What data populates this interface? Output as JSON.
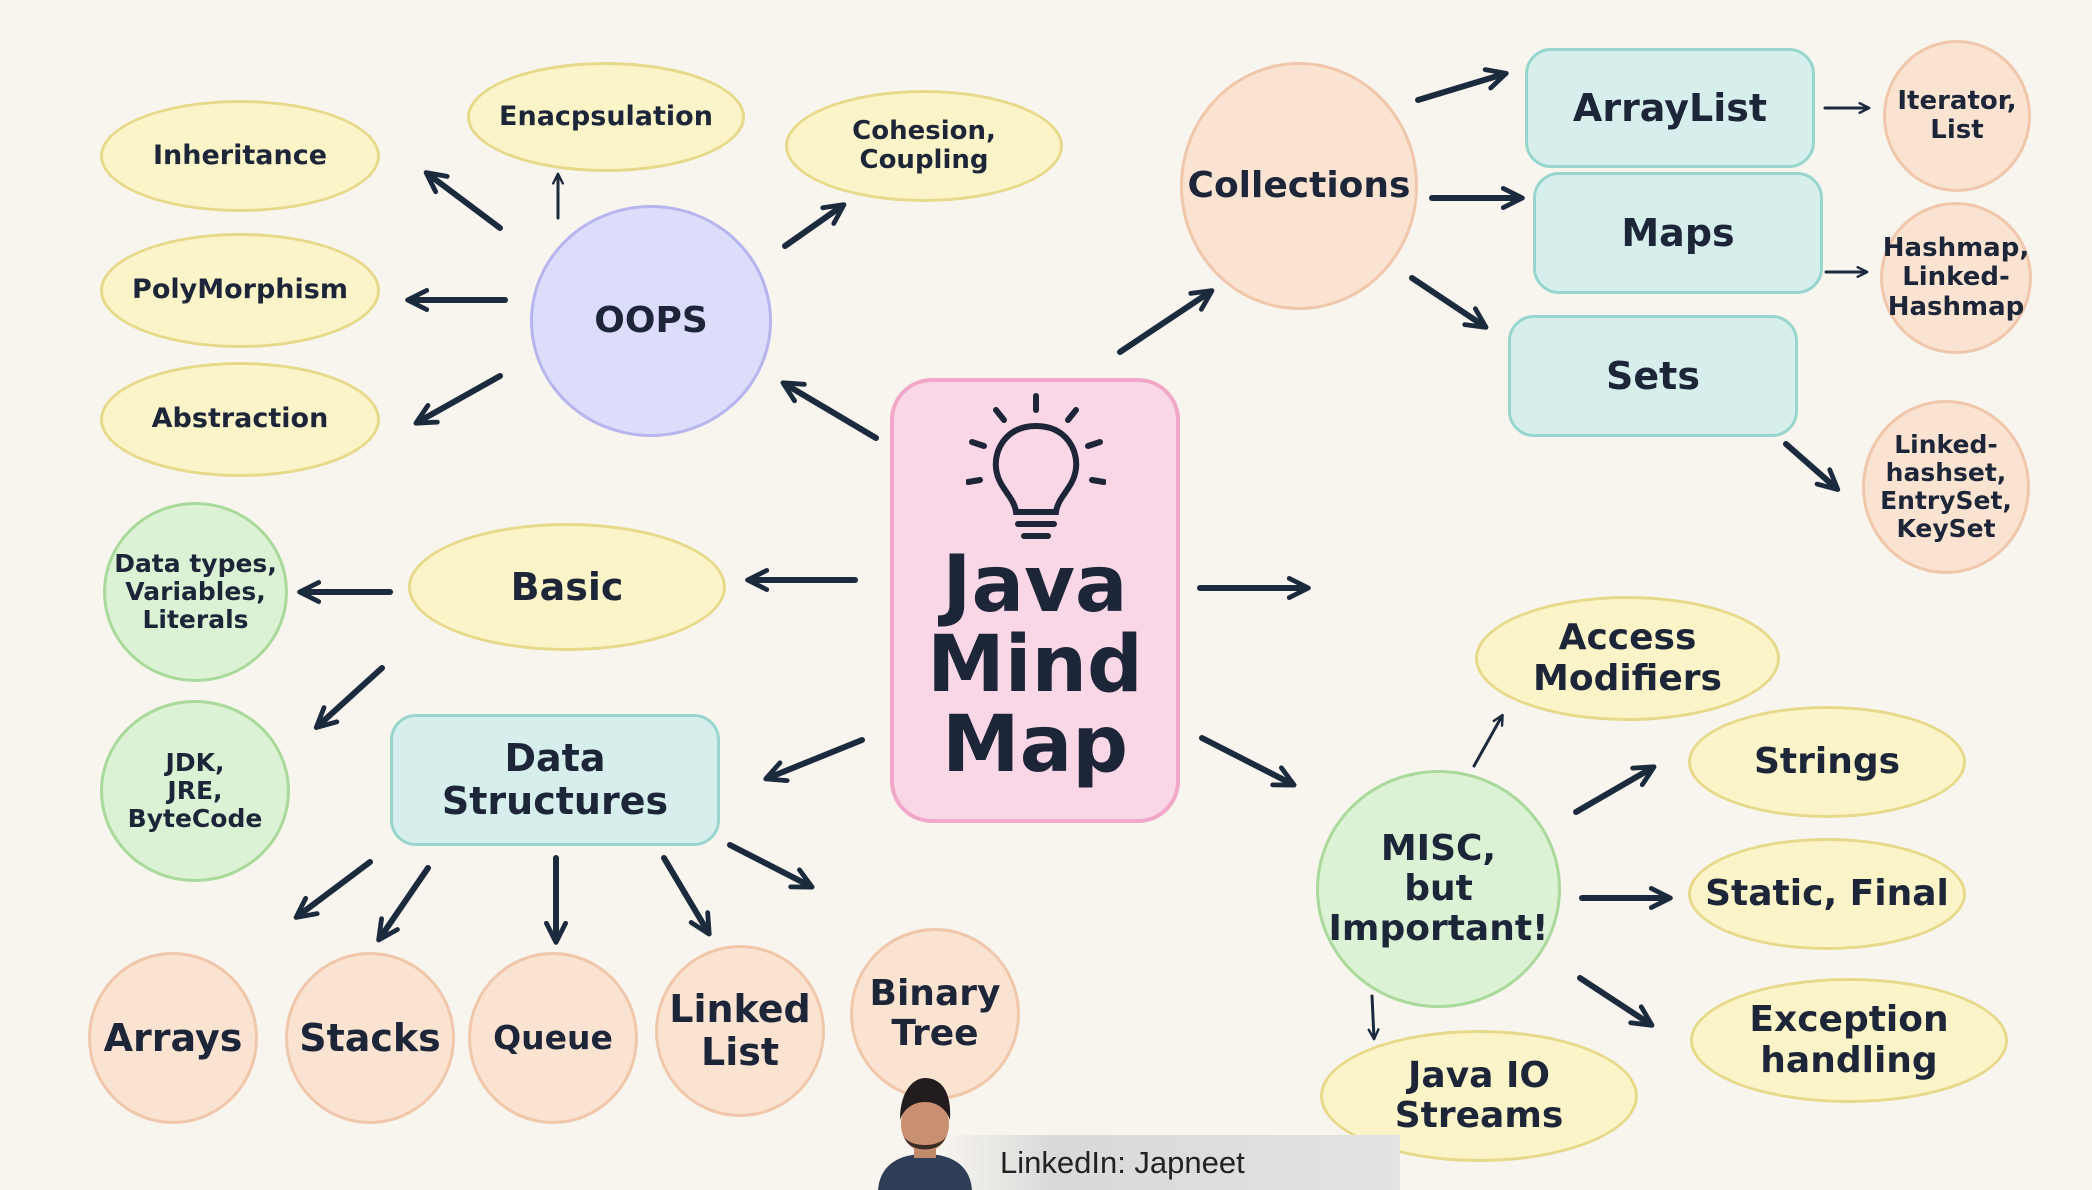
{
  "center": {
    "lines": "Java\nMind\nMap"
  },
  "nodes": {
    "oops": "OOPS",
    "enacpsulation": "Enacpsulation",
    "inheritance": "Inheritance",
    "polymorphism": "PolyMorphism",
    "abstraction": "Abstraction",
    "cohesion": "Cohesion,\nCoupling",
    "basic": "Basic",
    "data_types": "Data types,\nVariables,\nLiterals",
    "jdk": "JDK,\nJRE,\nByteCode",
    "data_structures": "Data\nStructures",
    "arrays": "Arrays",
    "stacks": "Stacks",
    "queue": "Queue",
    "linked_list": "Linked\nList",
    "binary_tree": "Binary\nTree",
    "collections": "Collections",
    "arraylist": "ArrayList",
    "maps": "Maps",
    "sets": "Sets",
    "iterator": "Iterator,\nList",
    "hashmap": "Hashmap,\nLinked-\nHashmap",
    "linkedhashset": "Linked-\nhashset,\nEntrySet,\nKeySet",
    "misc": "MISC,\nbut\nImportant!",
    "access_modifiers": "Access\nModifiers",
    "strings": "Strings",
    "static_final": "Static, Final",
    "exception_handling": "Exception\nhandling",
    "java_io": "Java IO\nStreams"
  },
  "footer": {
    "linkedin": "LinkedIn: Japneet"
  },
  "colors": {
    "yellow": "#fbf4c8",
    "violet": "#dcdcfb",
    "peach": "#fbe3d2",
    "green": "#dcf2d4",
    "teal": "#d7efec",
    "pink": "#fad7e6",
    "arrow": "#1b2a3d"
  }
}
